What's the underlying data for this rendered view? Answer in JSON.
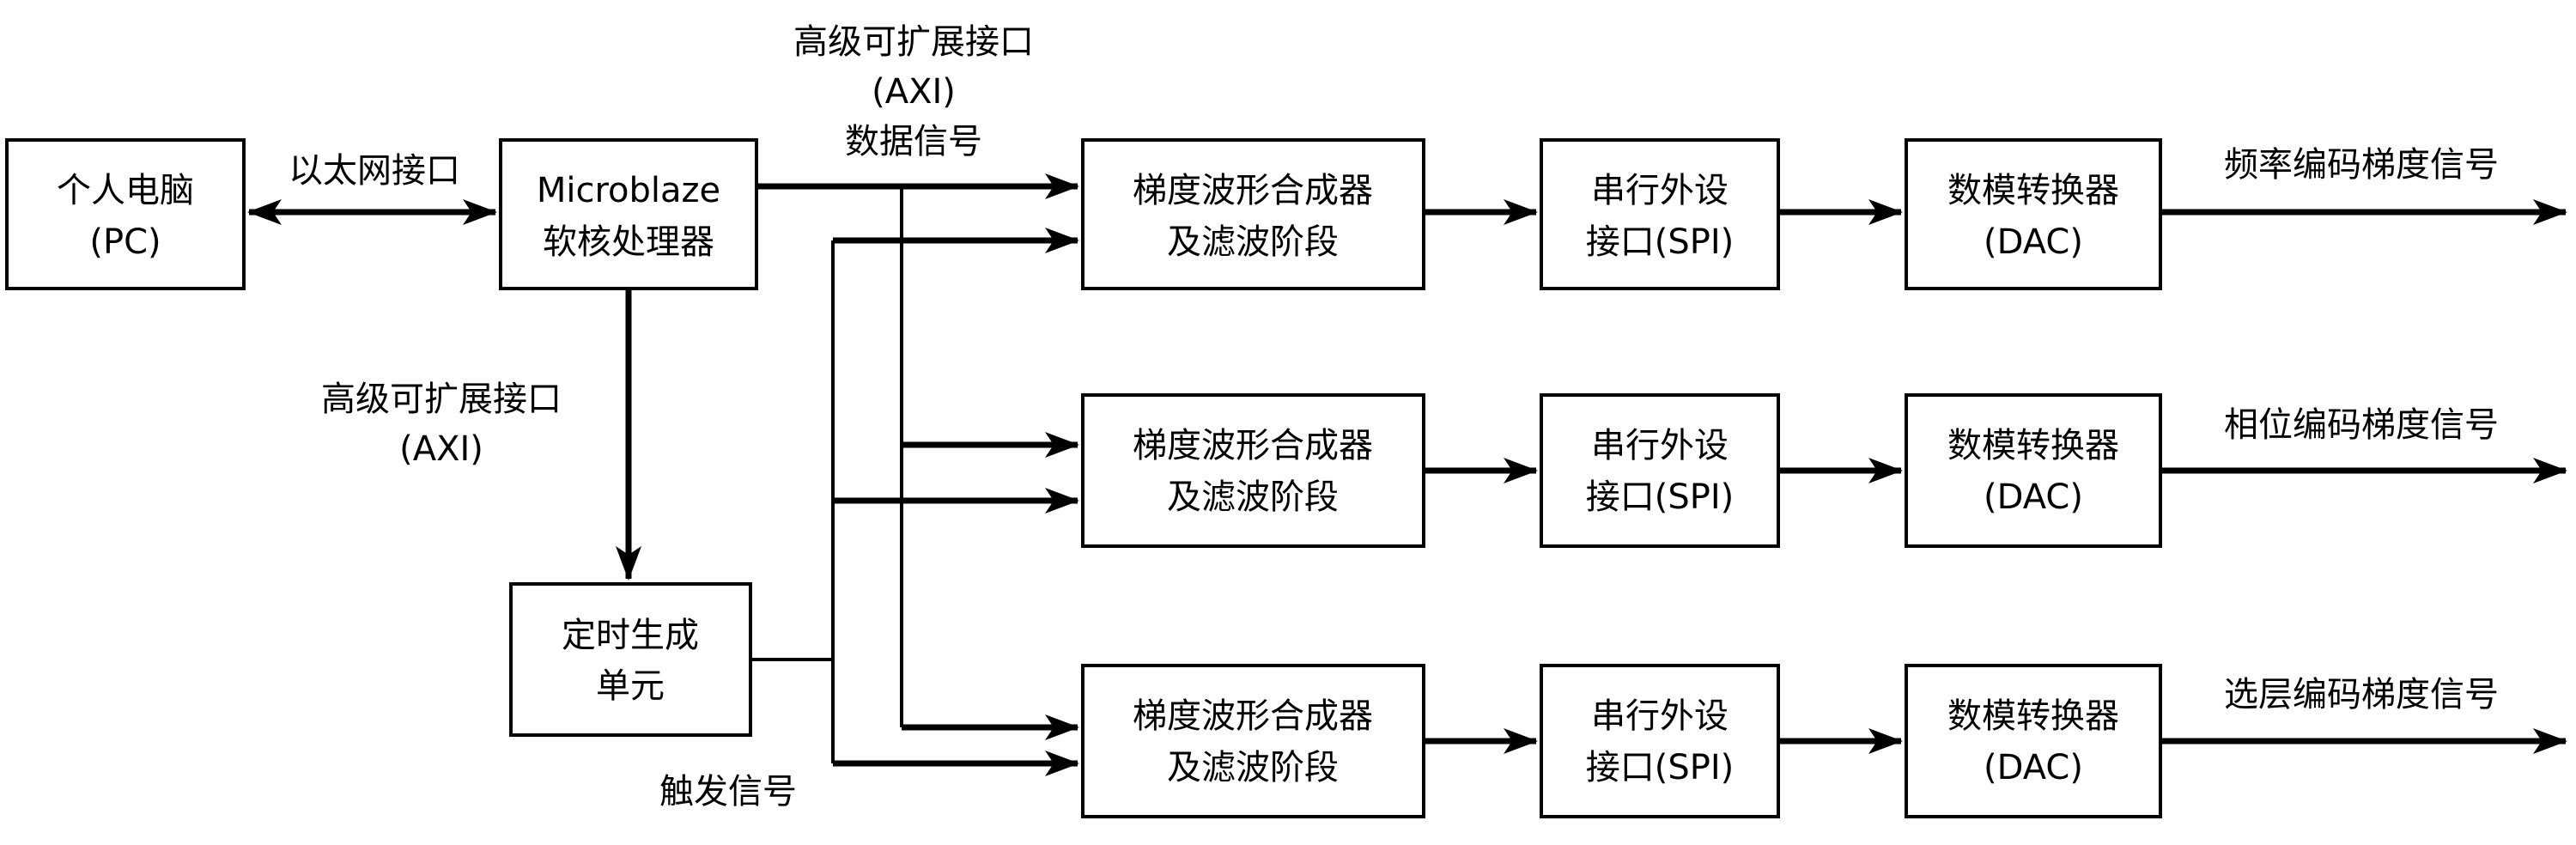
{
  "colors": {
    "line": "#000000",
    "box_fill": "#ffffff",
    "background": "#ffffff"
  },
  "nodes": {
    "pc": {
      "line1": "个人电脑",
      "line2": "(PC)"
    },
    "microblaze": {
      "line1": "Microblaze",
      "line2": "软核处理器"
    },
    "timing": {
      "line1": "定时生成",
      "line2": "单元"
    },
    "channels": [
      {
        "synth": {
          "line1": "梯度波形合成器",
          "line2": "及滤波阶段"
        },
        "spi": {
          "line1": "串行外设",
          "line2": "接口(SPI)"
        },
        "dac": {
          "line1": "数模转换器",
          "line2": "(DAC)"
        },
        "output": "频率编码梯度信号"
      },
      {
        "synth": {
          "line1": "梯度波形合成器",
          "line2": "及滤波阶段"
        },
        "spi": {
          "line1": "串行外设",
          "line2": "接口(SPI)"
        },
        "dac": {
          "line1": "数模转换器",
          "line2": "(DAC)"
        },
        "output": "相位编码梯度信号"
      },
      {
        "synth": {
          "line1": "梯度波形合成器",
          "line2": "及滤波阶段"
        },
        "spi": {
          "line1": "串行外设",
          "line2": "接口(SPI)"
        },
        "dac": {
          "line1": "数模转换器",
          "line2": "(DAC)"
        },
        "output": "选层编码梯度信号"
      }
    ]
  },
  "edge_labels": {
    "ethernet": "以太网接口",
    "axi_top_line1": "高级可扩展接口",
    "axi_top_line2": "(AXI)",
    "data_signal": "数据信号",
    "axi_left_line1": "高级可扩展接口",
    "axi_left_line2": "(AXI)",
    "trigger": "触发信号"
  }
}
